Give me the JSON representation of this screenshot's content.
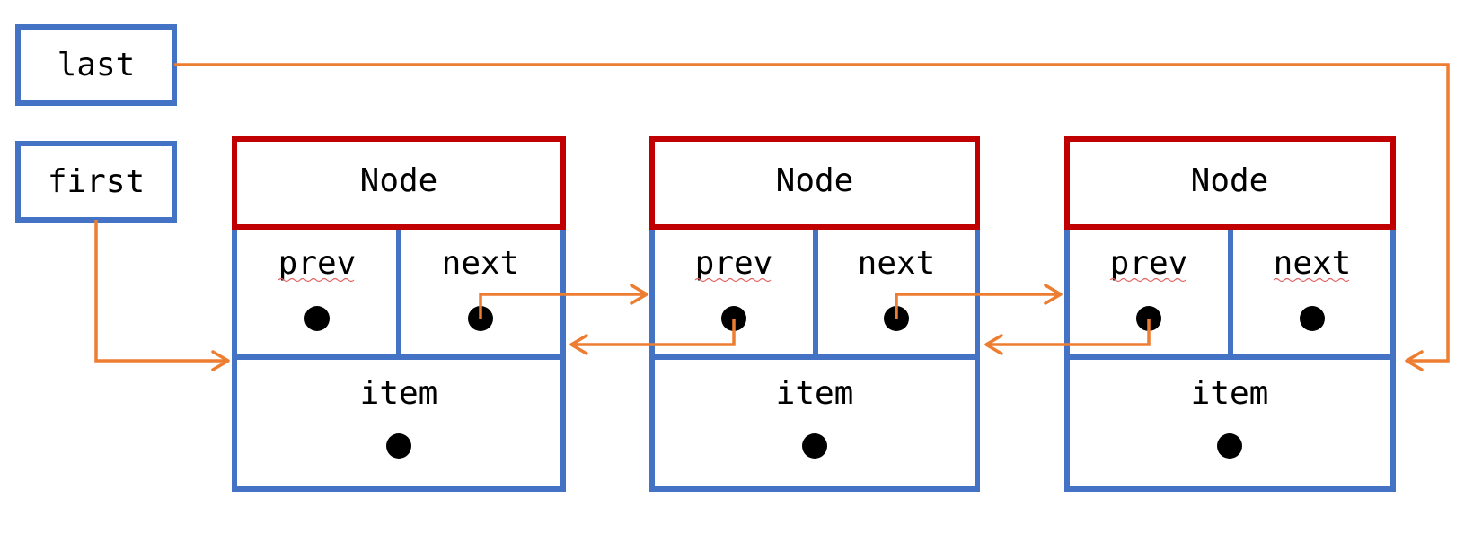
{
  "diagram": {
    "pointers": {
      "last": {
        "label": "last"
      },
      "first": {
        "label": "first"
      }
    },
    "nodes": [
      {
        "header": "Node",
        "prev_label": "prev",
        "next_label": "next",
        "item_label": "item"
      },
      {
        "header": "Node",
        "prev_label": "prev",
        "next_label": "next",
        "item_label": "item"
      },
      {
        "header": "Node",
        "prev_label": "prev",
        "next_label": "next",
        "item_label": "item"
      }
    ],
    "colors": {
      "pointer_box_border": "#4472c4",
      "node_header_border": "#c00000",
      "node_body_border": "#4472c4",
      "arrow": "#ed7d31",
      "dot": "#000000"
    }
  }
}
